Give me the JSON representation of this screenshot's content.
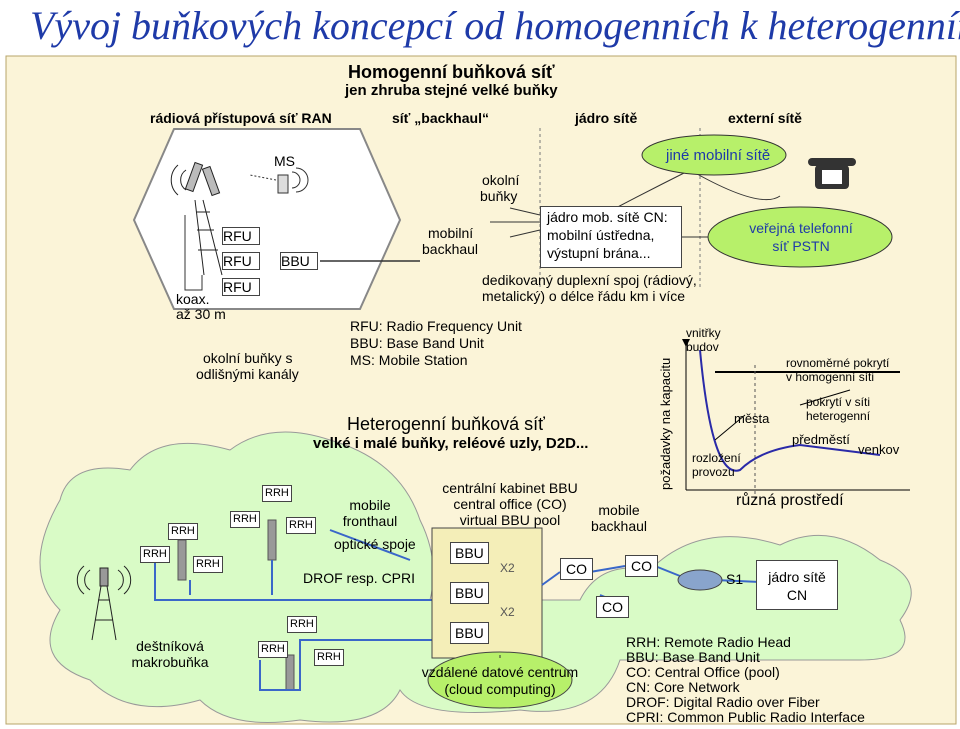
{
  "title": "Vývoj buňkových koncepcí od homogenních k heterogenním",
  "homog": {
    "heading": "Homogenní buňková síť",
    "subheading": "jen zhruba stejné velké buňky",
    "cols": [
      "rádiová přístupová síť RAN",
      "síť „backhaul“",
      "jádro sítě",
      "externí sítě"
    ],
    "ms": "MS",
    "rfu": "RFU",
    "bbu": "BBU",
    "koax_1": "koax.",
    "koax_2": "až 30 m",
    "neighbor_chan_1": "okolní buňky s",
    "neighbor_chan_2": "odlišnými kanály",
    "neighbor_cells_1": "okolní",
    "neighbor_cells_2": "buňky",
    "mobile_backhaul_1": "mobilní",
    "mobile_backhaul_2": "backhaul",
    "core_1": "jádro mob. sítě CN:",
    "core_2": "mobilní ústředna,",
    "core_3": "výstupní brána...",
    "dedicated_1": "dedikovaný duplexní spoj (rádiový,",
    "dedicated_2": "metalický) o délce řádu km i více",
    "cloud_other": "jiné mobilní sítě",
    "cloud_pstn_1": "veřejná telefonní",
    "cloud_pstn_2": "síť PSTN",
    "legend": [
      "RFU: Radio Frequency Unit",
      "BBU: Base Band Unit",
      "MS: Mobile Station"
    ]
  },
  "hetero": {
    "heading": "Heterogenní buňková síť",
    "subheading": "velké i malé buňky, reléové uzly, D2D...",
    "rrh": "RRH",
    "mobile_fronthaul_1": "mobile",
    "mobile_fronthaul_2": "fronthaul",
    "optical": "optické spoje",
    "drof": "DROF resp. CPRI",
    "umbrella_1": "deštníková",
    "umbrella_2": "makrobuňka",
    "central_1": "centrální kabinet BBU",
    "central_2": "central office (CO)",
    "central_3": "virtual BBU pool",
    "bbu": "BBU",
    "x2": "X2",
    "cloud_dc_1": "vzdálené datové centrum",
    "cloud_dc_2": "(cloud computing)",
    "mobile_backhaul_1": "mobile",
    "mobile_backhaul_2": "backhaul",
    "co": "CO",
    "s1": "S1",
    "core_1": "jádro sítě",
    "core_2": "CN",
    "legend": [
      "RRH: Remote Radio Head",
      "BBU: Base Band Unit",
      "CO: Central Office (pool)",
      "CN: Core Network",
      "DROF: Digital Radio over Fiber",
      "CPRI: Common Public Radio Interface"
    ]
  },
  "capacity": {
    "ylabel": "požadavky na kapacitu",
    "inside_1": "vnitřky",
    "inside_2": "budov",
    "uniform_1": "rovnoměrné pokrytí",
    "uniform_2": "v homogenní síti",
    "hetero_1": "pokrytí v síti",
    "hetero_2": "heterogenní",
    "city": "města",
    "suburb": "předměstí",
    "rural": "venkov",
    "spread_1": "rozložení",
    "spread_2": "provozu",
    "env": "různá prostředí"
  }
}
